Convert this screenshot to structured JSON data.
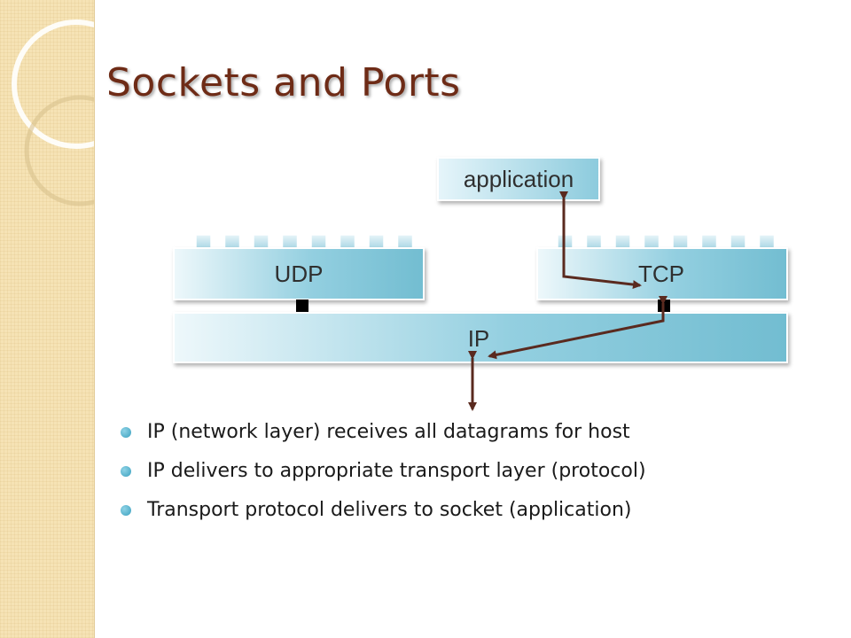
{
  "slide": {
    "title": "Sockets and Ports"
  },
  "diagram": {
    "application_label": "application",
    "udp_label": "UDP",
    "tcp_label": "TCP",
    "ip_label": "IP",
    "ports_per_layer": 8
  },
  "bullets": [
    "IP (network layer) receives all datagrams for host",
    "IP delivers to appropriate transport layer (protocol)",
    "Transport protocol delivers to socket (application)"
  ],
  "colors": {
    "title": "#6e2b16",
    "box_fill": "#7fc3d6",
    "box_fill_light": "#e9f6fa",
    "arrow": "#5a2a1f",
    "side_band": "#f6e3b5"
  }
}
